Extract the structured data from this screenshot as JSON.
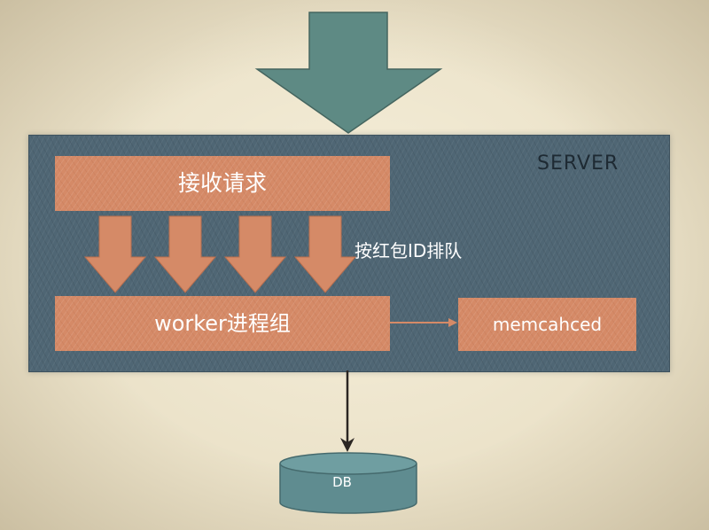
{
  "server": {
    "label": "SERVER"
  },
  "receive_box": {
    "label": "接收请求"
  },
  "queue_label": "按红包ID排队",
  "worker_box": {
    "label": "worker进程组"
  },
  "memcached_box": {
    "label": "memcahced"
  },
  "db": {
    "label": "DB"
  },
  "colors": {
    "background": "#ebe2c9",
    "server": "#4f6674",
    "process_box": "#d58a67",
    "input_arrow": "#5e8a84",
    "db": "#5f8c90",
    "connector": "#2b2622"
  },
  "icons": [
    "incoming-request-arrow",
    "queue-arrow",
    "connector-arrow",
    "database-cylinder"
  ]
}
